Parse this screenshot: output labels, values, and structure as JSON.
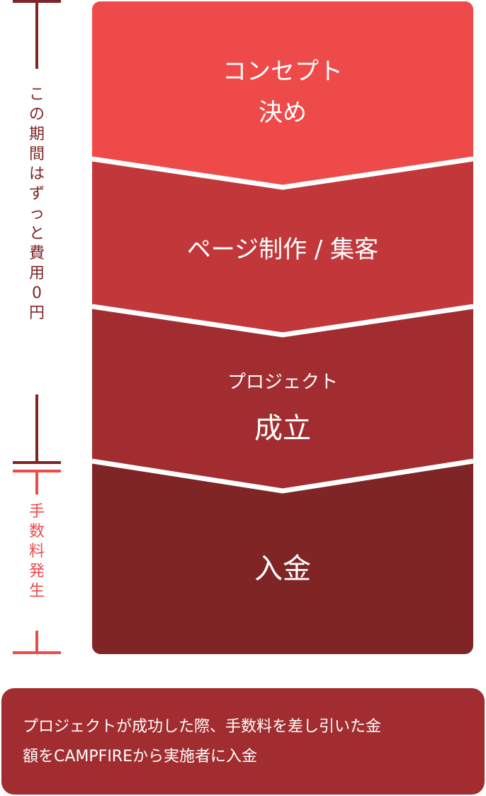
{
  "colors": {
    "step1": "#EF4A4A",
    "step2": "#C2383A",
    "step3": "#A22D30",
    "step4": "#7F2526",
    "note_bg": "#A22D30",
    "bracket_free": "#7F2526",
    "bracket_fee": "#EF4A4A"
  },
  "brackets": {
    "free_period": {
      "label_chars": [
        "こ",
        "の",
        "期",
        "間",
        "は",
        "ず",
        "っ",
        "と",
        "費",
        "用",
        "0",
        "円"
      ],
      "label": "この期間はずっと費用0円"
    },
    "fee_period": {
      "label_chars": [
        "手",
        "数",
        "料",
        "発",
        "生"
      ],
      "label": "手数料発生"
    }
  },
  "steps": [
    {
      "lines": [
        "コンセプト",
        "決め"
      ]
    },
    {
      "label": "ページ制作 / 集客"
    },
    {
      "sub": "プロジェクト",
      "label": "成立"
    },
    {
      "label": "入金"
    }
  ],
  "note": {
    "line1": "プロジェクトが成功した際、手数料を差し引いた金",
    "line2": "額をCAMPFIREから実施者に入金"
  }
}
